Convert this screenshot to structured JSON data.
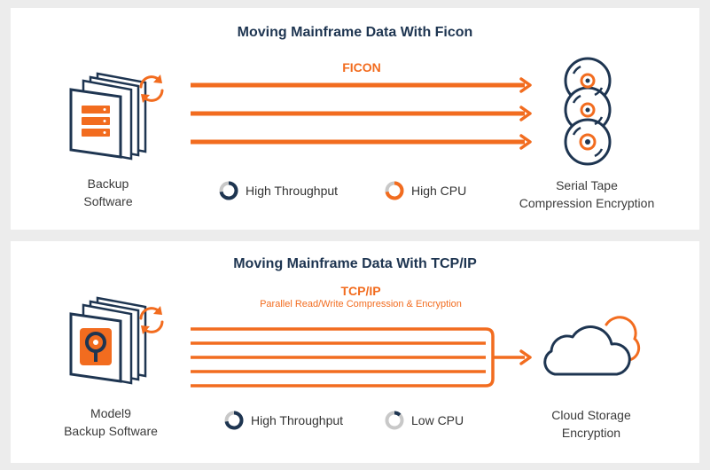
{
  "colors": {
    "accent": "#f26c1f",
    "navy": "#1e3551",
    "gray": "#c8c8c8"
  },
  "ficon_panel": {
    "title": "Moving Mainframe Data With Ficon",
    "protocol_label": "FICON",
    "source_label_line1": "Backup",
    "source_label_line2": "Software",
    "target_label_line1": "Serial Tape",
    "target_label_line2": "Compression Encryption",
    "legend": [
      {
        "label": "High Throughput",
        "icon": "throughput-ring-icon"
      },
      {
        "label": "High CPU",
        "icon": "cpu-ring-icon"
      }
    ]
  },
  "tcp_panel": {
    "title": "Moving Mainframe Data With TCP/IP",
    "protocol_label": "TCP/IP",
    "protocol_sublabel": "Parallel Read/Write Compression & Encryption",
    "source_label_line1": "Model9",
    "source_label_line2": "Backup Software",
    "target_label_line1": "Cloud Storage",
    "target_label_line2": "Encryption",
    "legend": [
      {
        "label": "High Throughput",
        "icon": "throughput-ring-icon"
      },
      {
        "label": "Low CPU",
        "icon": "cpu-ring-icon"
      }
    ]
  }
}
